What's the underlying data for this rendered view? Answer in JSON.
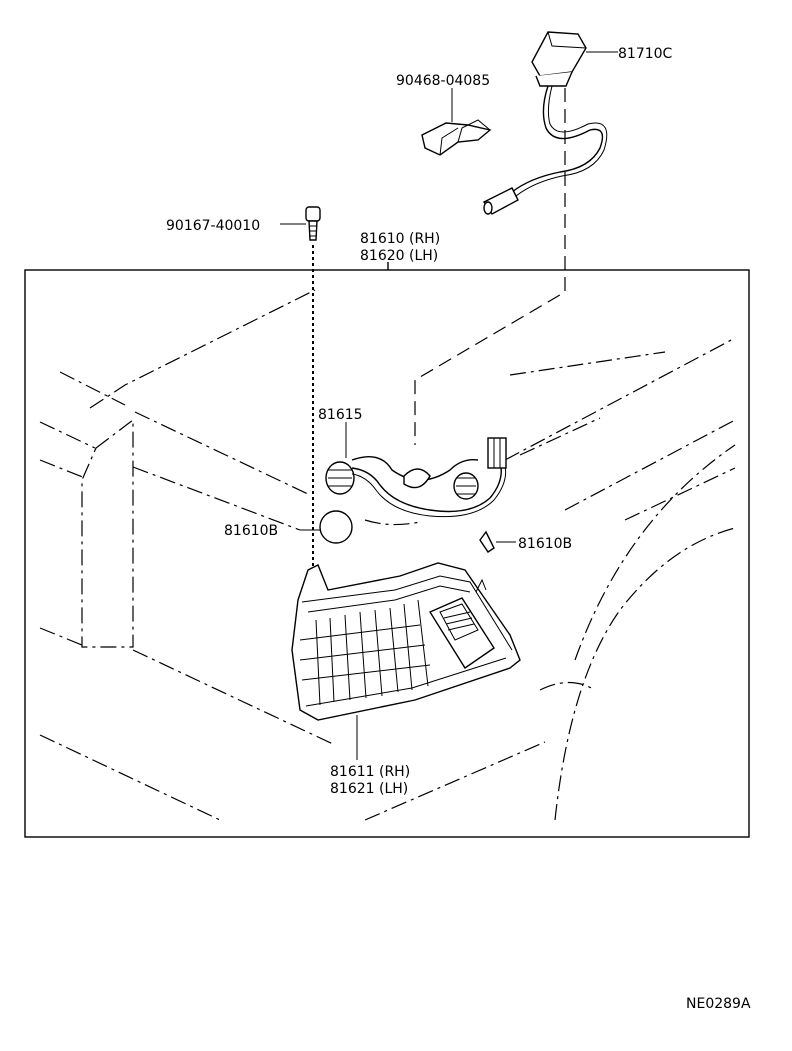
{
  "diagram": {
    "part_labels": {
      "socket_switch": "81710C",
      "clip": "90468-04085",
      "screw": "90167-40010",
      "lamp_assy_rh": "81610 (RH)",
      "lamp_assy_lh": "81620 (LH)",
      "socket_cord": "81615",
      "bulb_left": "81610B",
      "bulb_right": "81610B",
      "lens_rh": "81611 (RH)",
      "lens_lh": "81621 (LH)"
    },
    "figure_code": "NE0289A"
  }
}
